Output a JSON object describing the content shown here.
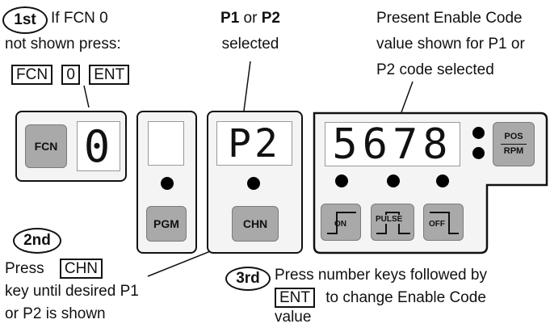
{
  "step1": {
    "badge": "1st",
    "line1": "If FCN  0",
    "line2": "not shown press:",
    "keys": [
      "FCN",
      "0",
      "ENT"
    ]
  },
  "step_p1p2": {
    "p1": "P1",
    "or": " or ",
    "p2": "P2",
    "line2": "selected"
  },
  "enable_code_note": {
    "line1": "Present Enable Code",
    "line2": "value shown for P1 or",
    "line3": "P2 code selected"
  },
  "fcn_panel": {
    "key_label": "FCN",
    "display": "0"
  },
  "pgm_panel": {
    "key_label": "PGM"
  },
  "chn_panel": {
    "display": "P2",
    "key_label": "CHN"
  },
  "code_panel": {
    "display": "5678",
    "pos_label": "POS",
    "rpm_label": "RPM",
    "on_label": "ON",
    "pulse_label": "PULSE",
    "off_label": "OFF"
  },
  "step2": {
    "badge": "2nd",
    "line1": "Press",
    "key": "CHN",
    "line2": "key until desired P1",
    "line3": "or P2 is  shown"
  },
  "step3": {
    "badge": "3rd",
    "line1": "Press number keys followed by",
    "key": "ENT",
    "line2_rest": "to change Enable Code",
    "line3": "value"
  }
}
